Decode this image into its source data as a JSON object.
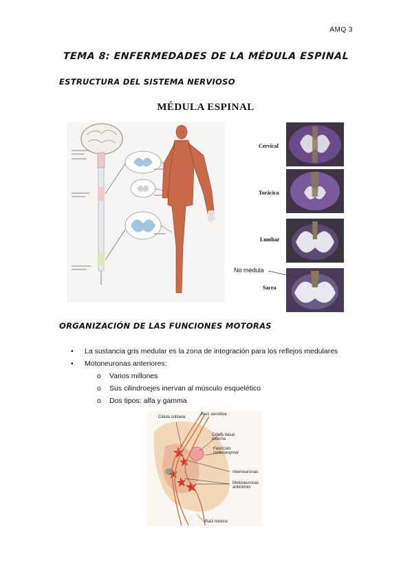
{
  "header": {
    "code": "AMQ 3"
  },
  "title": "TEMA 8: ENFERMEDADES DE LA MÉDULA ESPINAL",
  "sections": {
    "structure_heading": "ESTRUCTURA DEL SISTEMA NERVIOSO",
    "motor_heading": "ORGANIZACIÓN DE LAS FUNCIONES MOTORAS"
  },
  "figure1": {
    "title": "MÉDULA ESPINAL",
    "levels": [
      "Cervical",
      "Torácica",
      "Lumbar",
      "Sacra"
    ],
    "annotation": "No médula"
  },
  "bullets": [
    {
      "level": 1,
      "marker": "•",
      "text": "La sustancia gris medular es la zona de integración para los reflejos medulares"
    },
    {
      "level": 1,
      "marker": "•",
      "text": "Motoneuronas anteriores:"
    },
    {
      "level": 2,
      "marker": "o",
      "text": "Varios millones"
    },
    {
      "level": 2,
      "marker": "o",
      "text": "Sus cilindroejes inervan al músculo esquelético"
    },
    {
      "level": 2,
      "marker": "o",
      "text": "Dos tipos: alfa y gamma"
    }
  ],
  "figure2": {
    "labels": {
      "solitary_cell": "Célula solitaria",
      "sensory_root": "Raíz sensitiva",
      "basal_cell": "Célula basal externa",
      "fasciculus": "Fascículo corticoespinal",
      "interneurons": "Interneuronas",
      "motoneurons": "Motoneuronas anteriores",
      "motor_root": "Raíz motora"
    }
  },
  "colors": {
    "text": "#111111",
    "stain_purple": "#6b4a8a",
    "stain_dark": "#3e3446",
    "grey_matter": "#8a7a5a",
    "muscle": "#c86a4a",
    "neuron_red": "#d9332a",
    "cord_peach": "#f2d6b8"
  }
}
